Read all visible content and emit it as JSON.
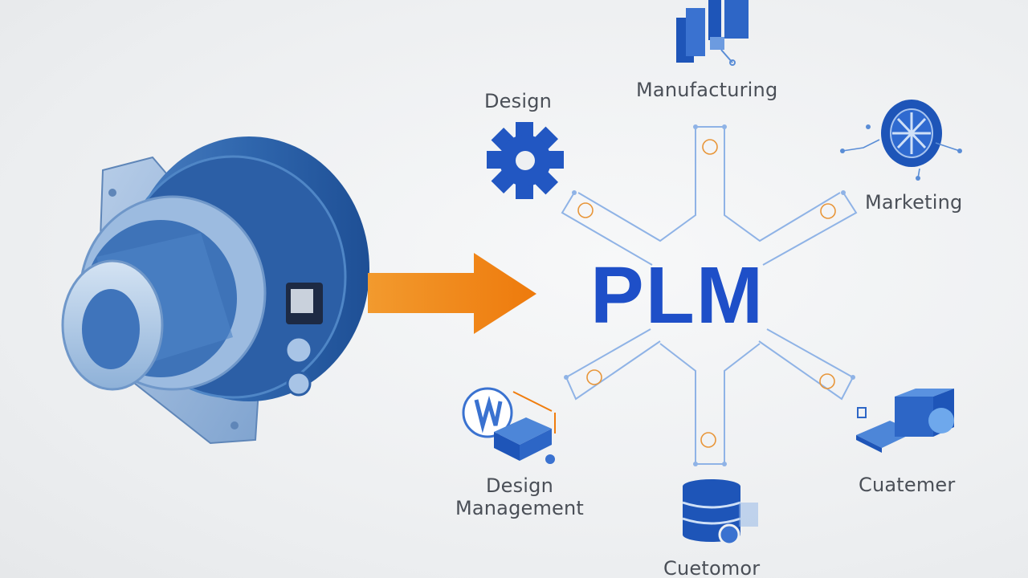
{
  "center": {
    "title": "PLM"
  },
  "nodes": {
    "design": {
      "label": "Design",
      "icon": "gear-icon"
    },
    "manufacturing": {
      "label": "Manufacturing",
      "icon": "factory-icon"
    },
    "marketing": {
      "label": "Marketing",
      "icon": "fan-wheel-icon"
    },
    "design_management": {
      "label_line1": "Design",
      "label_line2": "Management",
      "icon": "design-tools-icon"
    },
    "customer_right": {
      "label": "Cuatemer",
      "icon": "customer-machine-icon"
    },
    "customer_bottom": {
      "label": "Cuetomor",
      "icon": "database-icon"
    }
  },
  "colors": {
    "accent_blue": "#1e4fc8",
    "arrow_orange": "#f07d0e",
    "connector_blue": "#8fb3e6",
    "node_orange": "#e8963a",
    "label_gray": "#4a4f57"
  }
}
